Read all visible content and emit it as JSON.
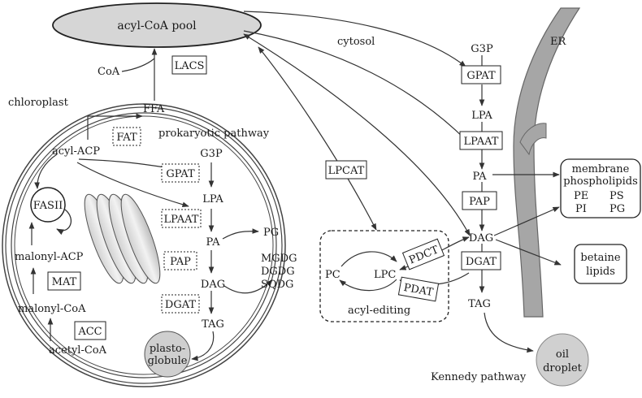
{
  "pool": {
    "label": "acyl-CoA pool"
  },
  "cytosol": {
    "label": "cytosol"
  },
  "er": {
    "label": "ER"
  },
  "chloroplast": {
    "label": "chloroplast",
    "pathway_title": "prokaryotic pathway",
    "coa": "CoA",
    "lacs": "LACS",
    "ffa": "FFA",
    "fat": "FAT",
    "acyl_acp": "acyl-ACP",
    "fasii": "FASII",
    "malonyl_acp": "malonyl-ACP",
    "mat": "MAT",
    "malonyl_coa": "malonyl-CoA",
    "acc": "ACC",
    "acetyl_coa": "acetyl-CoA",
    "g3p": "G3P",
    "gpat": "GPAT",
    "lpa": "LPA",
    "lpaat": "LPAAT",
    "pa": "PA",
    "pg": "PG",
    "pap": "PAP",
    "mgdg": "MGDG",
    "dgdg": "DGDG",
    "sqdg": "SQDG",
    "dag": "DAG",
    "dgat": "DGAT",
    "tag": "TAG",
    "plastoglobule_1": "plasto-",
    "plastoglobule_2": "globule"
  },
  "editing": {
    "lpcat": "LPCAT",
    "pc": "PC",
    "lpc": "LPC",
    "pdct": "PDCT",
    "pdat": "PDAT",
    "label": "acyl-editing"
  },
  "kennedy": {
    "g3p": "G3P",
    "gpat": "GPAT",
    "lpa": "LPA",
    "lpaat": "LPAAT",
    "pa": "PA",
    "pap": "PAP",
    "dag": "DAG",
    "dgat": "DGAT",
    "tag": "TAG",
    "label": "Kennedy pathway",
    "oil_1": "oil",
    "oil_2": "droplet"
  },
  "membrane": {
    "line1": "membrane",
    "line2": "phospholipids",
    "pe": "PE",
    "ps": "PS",
    "pi": "PI",
    "pg": "PG"
  },
  "betaine": {
    "line1": "betaine",
    "line2": "lipids"
  }
}
